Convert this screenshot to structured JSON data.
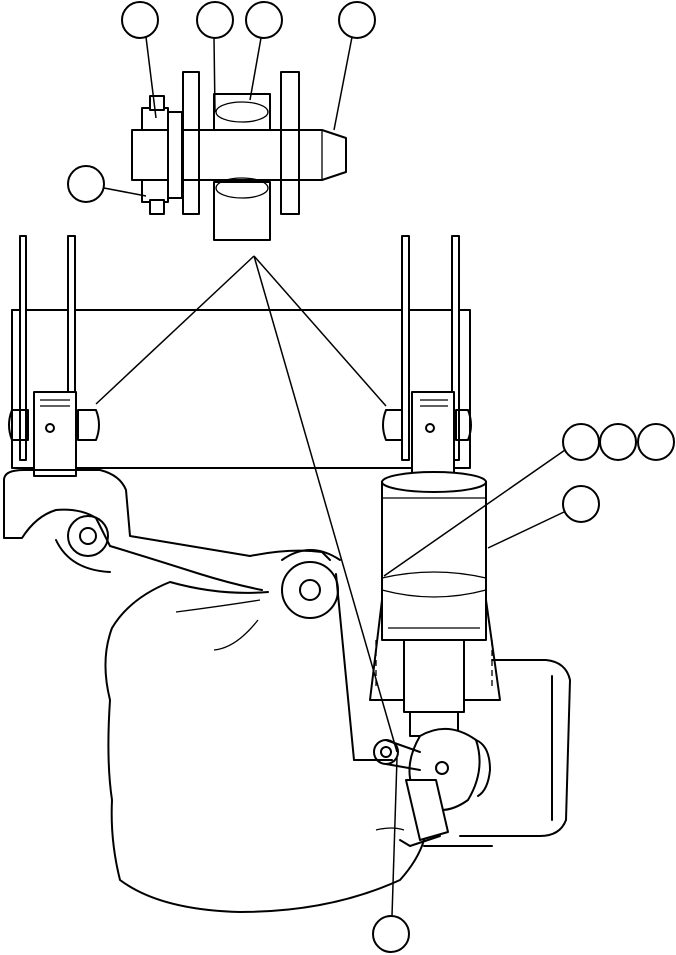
{
  "figure": {
    "callouts": [
      {
        "id": "c1",
        "label": ""
      },
      {
        "id": "c2",
        "label": ""
      },
      {
        "id": "c3",
        "label": ""
      },
      {
        "id": "c4",
        "label": ""
      },
      {
        "id": "c5",
        "label": ""
      },
      {
        "id": "c6",
        "label": ""
      },
      {
        "id": "c7",
        "label": ""
      },
      {
        "id": "c8",
        "label": ""
      },
      {
        "id": "c9",
        "label": ""
      },
      {
        "id": "c10",
        "label": ""
      }
    ]
  }
}
